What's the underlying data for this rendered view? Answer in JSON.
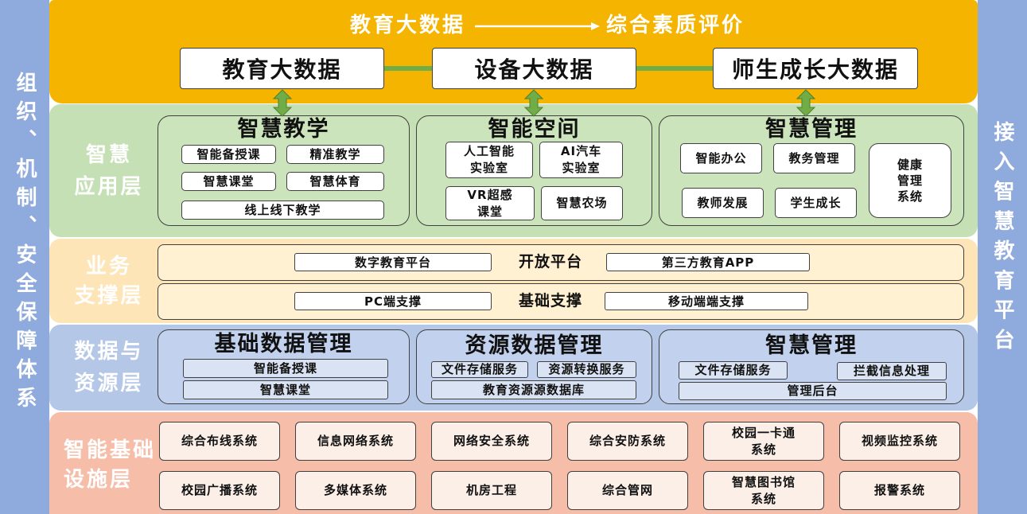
{
  "side_left": "组织、机制、安全保障体系",
  "side_right": "接入智慧教育平台",
  "top": {
    "title_left": "教育大数据",
    "title_right": "综合素质评价",
    "boxes": [
      "教育大数据",
      "设备大数据",
      "师生成长大数据"
    ]
  },
  "app_layer": {
    "label": [
      "智慧",
      "应用层"
    ],
    "teaching": {
      "title": "智慧教学",
      "items": [
        "智能备授课",
        "精准教学",
        "智慧课堂",
        "智慧体育",
        "线上线下教学"
      ]
    },
    "space": {
      "title": "智能空间",
      "items": [
        "人工智能\n实验室",
        "AI汽车\n实验室",
        "VR超感\n课堂",
        "智慧农场"
      ]
    },
    "management": {
      "title": "智慧管理",
      "items": [
        "智能办公",
        "教务管理",
        "教师发展",
        "学生成长",
        "健康\n管理\n系统"
      ]
    }
  },
  "support_layer": {
    "label": [
      "业务",
      "支撑层"
    ],
    "open_platform": {
      "left": "数字教育平台",
      "center": "开放平台",
      "right": "第三方教育APP"
    },
    "base_support": {
      "left": "PC端支撑",
      "center": "基础支撑",
      "right": "移动端端支撑"
    }
  },
  "data_layer": {
    "label": [
      "数据与",
      "资源层"
    ],
    "basic_data": {
      "title": "基础数据管理",
      "items": [
        "智能备授课",
        "智慧课堂"
      ]
    },
    "resource_data": {
      "title": "资源数据管理",
      "items": [
        "文件存储服务",
        "资源转换服务",
        "教育资源源数据库"
      ]
    },
    "management": {
      "title": "智慧管理",
      "items": [
        "文件存储服务",
        "拦截信息处理",
        "管理后台"
      ]
    }
  },
  "infra_layer": {
    "label": [
      "智能基础",
      "设施层"
    ],
    "rows": [
      [
        "综合布线系统",
        "信息网络系统",
        "网络安全系统",
        "综合安防系统",
        "校园一卡通\n系统",
        "视频监控系统"
      ],
      [
        "校园广播系统",
        "多媒体系统",
        "机房工程",
        "综合管网",
        "智慧图书馆\n系统",
        "报警系统"
      ]
    ]
  },
  "colors": {
    "side_bar": "#8faadc",
    "top_band": "#f5b400",
    "connector_green": "#70ad47",
    "app_layer": "#c5e0b4",
    "app_panel": "#cbe4bb",
    "support_layer": "#fde5b8",
    "support_row": "#fff1d2",
    "data_layer": "#b4c7e7",
    "data_panel": "#c2d2ee",
    "data_item": "#dae3f3",
    "infra_layer": "#f6bda9",
    "infra_item": "#fcefe8",
    "border": "#404040"
  }
}
